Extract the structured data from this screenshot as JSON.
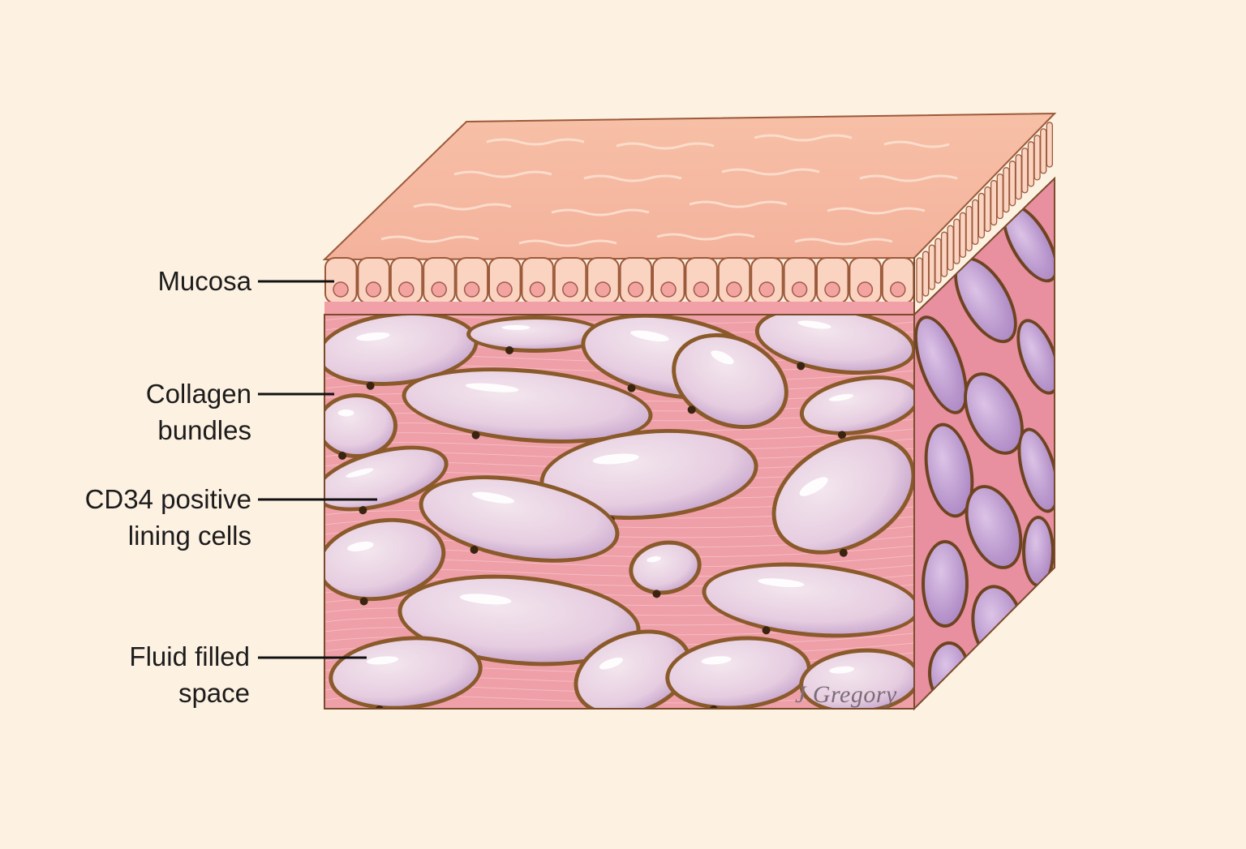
{
  "labels": {
    "mucosa": "Mucosa",
    "collagen_line1": "Collagen",
    "collagen_line2": "bundles",
    "cd34_line1": "CD34 positive",
    "cd34_line2": "lining cells",
    "fluid_line1": "Fluid filled",
    "fluid_line2": "space"
  },
  "signature": "J Gregory",
  "colors": {
    "background": "#fdf1e2",
    "mucosa_top": "#f6b9a0",
    "epithelial_cell": "#fbd6c5",
    "nucleus": "#f4a6a0",
    "collagen": "#eeaab0",
    "lining_cell": "#8a5a2b",
    "fluid_space": "#ead2e4",
    "side_face_fluid": "#c8a4d6",
    "leader_line": "#111111"
  }
}
